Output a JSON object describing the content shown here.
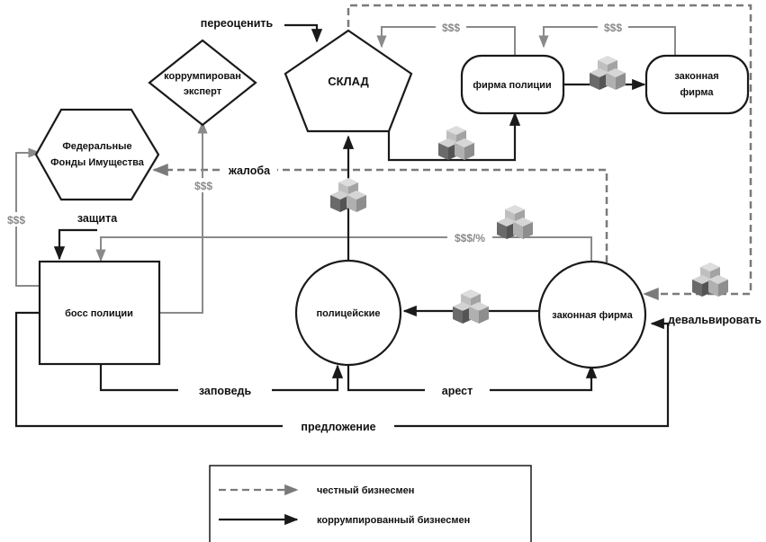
{
  "nodes": {
    "warehouse": "СКЛАД",
    "police_firm": "фирма полиции",
    "legal_firm_top": [
      "законная",
      "фирма"
    ],
    "federal_funds": [
      "Федеральные",
      "Фонды Имущества"
    ],
    "corrupt_expert": [
      "коррумпирован",
      "эксперт"
    ],
    "police_boss": "босс полиции",
    "police": "полицейские",
    "legal_firm": "законная фирма"
  },
  "edges": {
    "revalue": "переоценить",
    "complaint": "жалоба",
    "protection": "защита",
    "devalue": "девальвировать",
    "commandment": "заповедь",
    "arrest": "арест",
    "offer": "предложение",
    "money_1": "$$$",
    "money_2": "$$$",
    "money_3": "$$$",
    "money_4": "$$$",
    "money_5": "$$$/%"
  },
  "legend": {
    "honest": "честный бизнесмен",
    "corrupt": "коррумпированный бизнесмен"
  },
  "colors": {
    "corrupt_line": "#1a1a1a",
    "money_line": "#8a8a8a",
    "honest_line": "#7a7a7a",
    "cube_light": "#c9c9c9",
    "cube_mid": "#9d9d9d",
    "cube_dark": "#5e5e5e"
  }
}
